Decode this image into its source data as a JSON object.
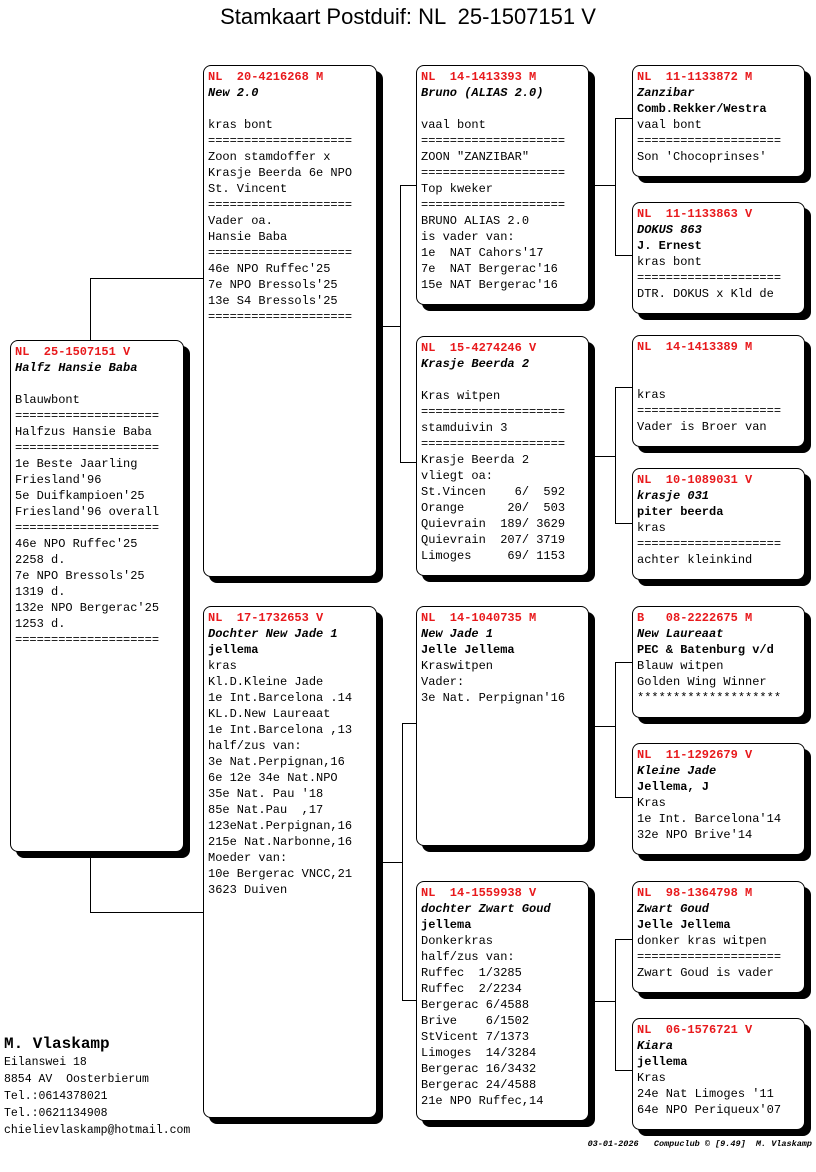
{
  "title": "Stamkaart Postduif: NL  25-1507151 V",
  "boxes": [
    {
      "id": "subject",
      "lines": [
        {
          "t": "NL  25-1507151 V",
          "s": "r"
        },
        {
          "t": "Halfz Hansie Baba",
          "s": "i"
        },
        {
          "t": "",
          "s": ""
        },
        {
          "t": "Blauwbont",
          "s": ""
        },
        {
          "t": "====================",
          "s": ""
        },
        {
          "t": "Halfzus Hansie Baba",
          "s": ""
        },
        {
          "t": "====================",
          "s": ""
        },
        {
          "t": "1e Beste Jaarling",
          "s": ""
        },
        {
          "t": "Friesland'96",
          "s": ""
        },
        {
          "t": "5e Duifkampioen'25",
          "s": ""
        },
        {
          "t": "Friesland'96 overall",
          "s": ""
        },
        {
          "t": "====================",
          "s": ""
        },
        {
          "t": "46e NPO Ruffec'25",
          "s": ""
        },
        {
          "t": "2258 d.",
          "s": ""
        },
        {
          "t": "7e NPO Bressols'25",
          "s": ""
        },
        {
          "t": "1319 d.",
          "s": ""
        },
        {
          "t": "132e NPO Bergerac'25",
          "s": ""
        },
        {
          "t": "1253 d.",
          "s": ""
        },
        {
          "t": "====================",
          "s": ""
        }
      ]
    },
    {
      "id": "sire",
      "lines": [
        {
          "t": "NL  20-4216268 M",
          "s": "r"
        },
        {
          "t": "New 2.0",
          "s": "i"
        },
        {
          "t": "",
          "s": ""
        },
        {
          "t": "kras bont",
          "s": ""
        },
        {
          "t": "====================",
          "s": ""
        },
        {
          "t": "Zoon stamdoffer x",
          "s": ""
        },
        {
          "t": "Krasje Beerda 6e NPO",
          "s": ""
        },
        {
          "t": "St. Vincent",
          "s": ""
        },
        {
          "t": "====================",
          "s": ""
        },
        {
          "t": "Vader oa.",
          "s": ""
        },
        {
          "t": "Hansie Baba",
          "s": ""
        },
        {
          "t": "====================",
          "s": ""
        },
        {
          "t": "46e NPO Ruffec'25",
          "s": ""
        },
        {
          "t": "7e NPO Bressols'25",
          "s": ""
        },
        {
          "t": "13e S4 Bressols'25",
          "s": ""
        },
        {
          "t": "====================",
          "s": ""
        }
      ]
    },
    {
      "id": "dam",
      "lines": [
        {
          "t": "NL  17-1732653 V",
          "s": "r"
        },
        {
          "t": "Dochter New Jade 1",
          "s": "i"
        },
        {
          "t": "jellema",
          "s": "b"
        },
        {
          "t": "kras",
          "s": ""
        },
        {
          "t": "Kl.D.Kleine Jade",
          "s": ""
        },
        {
          "t": "1e Int.Barcelona .14",
          "s": ""
        },
        {
          "t": "KL.D.New Laureaat",
          "s": ""
        },
        {
          "t": "1e Int.Barcelona ,13",
          "s": ""
        },
        {
          "t": "half/zus van:",
          "s": ""
        },
        {
          "t": "3e Nat.Perpignan,16",
          "s": ""
        },
        {
          "t": "6e 12e 34e Nat.NPO",
          "s": ""
        },
        {
          "t": "35e Nat. Pau '18",
          "s": ""
        },
        {
          "t": "85e Nat.Pau  ,17",
          "s": ""
        },
        {
          "t": "123eNat.Perpignan,16",
          "s": ""
        },
        {
          "t": "215e Nat.Narbonne,16",
          "s": ""
        },
        {
          "t": "Moeder van:",
          "s": ""
        },
        {
          "t": "10e Bergerac VNCC,21",
          "s": ""
        },
        {
          "t": "3623 Duiven",
          "s": ""
        }
      ]
    },
    {
      "id": "ss",
      "lines": [
        {
          "t": "NL  14-1413393 M",
          "s": "r"
        },
        {
          "t": "Bruno (ALIAS 2.0)",
          "s": "i"
        },
        {
          "t": "",
          "s": ""
        },
        {
          "t": "vaal bont",
          "s": ""
        },
        {
          "t": "====================",
          "s": ""
        },
        {
          "t": "ZOON \"ZANZIBAR\"",
          "s": ""
        },
        {
          "t": "====================",
          "s": ""
        },
        {
          "t": "Top kweker",
          "s": ""
        },
        {
          "t": "====================",
          "s": ""
        },
        {
          "t": "BRUNO ALIAS 2.0",
          "s": ""
        },
        {
          "t": "is vader van:",
          "s": ""
        },
        {
          "t": "1e  NAT Cahors'17",
          "s": ""
        },
        {
          "t": "7e  NAT Bergerac'16",
          "s": ""
        },
        {
          "t": "15e NAT Bergerac'16",
          "s": ""
        }
      ]
    },
    {
      "id": "sd",
      "lines": [
        {
          "t": "NL  15-4274246 V",
          "s": "r"
        },
        {
          "t": "Krasje Beerda 2",
          "s": "i"
        },
        {
          "t": "",
          "s": ""
        },
        {
          "t": "Kras witpen",
          "s": ""
        },
        {
          "t": "====================",
          "s": ""
        },
        {
          "t": "stamduivin 3",
          "s": ""
        },
        {
          "t": "====================",
          "s": ""
        },
        {
          "t": "Krasje Beerda 2",
          "s": ""
        },
        {
          "t": "vliegt oa:",
          "s": ""
        },
        {
          "t": "St.Vincen    6/  592",
          "s": ""
        },
        {
          "t": "Orange      20/  503",
          "s": ""
        },
        {
          "t": "Quievrain  189/ 3629",
          "s": ""
        },
        {
          "t": "Quievrain  207/ 3719",
          "s": ""
        },
        {
          "t": "Limoges     69/ 1153",
          "s": ""
        }
      ]
    },
    {
      "id": "ds",
      "lines": [
        {
          "t": "NL  14-1040735 M",
          "s": "r"
        },
        {
          "t": "New Jade 1",
          "s": "i"
        },
        {
          "t": "Jelle Jellema",
          "s": "b"
        },
        {
          "t": "Kraswitpen",
          "s": ""
        },
        {
          "t": "Vader:",
          "s": ""
        },
        {
          "t": "3e Nat. Perpignan'16",
          "s": ""
        }
      ]
    },
    {
      "id": "dd",
      "lines": [
        {
          "t": "NL  14-1559938 V",
          "s": "r"
        },
        {
          "t": "dochter Zwart Goud",
          "s": "i"
        },
        {
          "t": "jellema",
          "s": "b"
        },
        {
          "t": "Donkerkras",
          "s": ""
        },
        {
          "t": "half/zus van:",
          "s": ""
        },
        {
          "t": "Ruffec  1/3285",
          "s": ""
        },
        {
          "t": "Ruffec  2/2234",
          "s": ""
        },
        {
          "t": "Bergerac 6/4588",
          "s": ""
        },
        {
          "t": "Brive    6/1502",
          "s": ""
        },
        {
          "t": "StVicent 7/1373",
          "s": ""
        },
        {
          "t": "Limoges  14/3284",
          "s": ""
        },
        {
          "t": "Bergerac 16/3432",
          "s": ""
        },
        {
          "t": "Bergerac 24/4588",
          "s": ""
        },
        {
          "t": "21e NPO Ruffec,14",
          "s": ""
        }
      ]
    },
    {
      "id": "sss",
      "lines": [
        {
          "t": "NL  11-1133872 M",
          "s": "r"
        },
        {
          "t": "Zanzibar",
          "s": "i"
        },
        {
          "t": "Comb.Rekker/Westra",
          "s": "b"
        },
        {
          "t": "vaal bont",
          "s": ""
        },
        {
          "t": "====================",
          "s": ""
        },
        {
          "t": "Son 'Chocoprinses'",
          "s": ""
        }
      ]
    },
    {
      "id": "ssd",
      "lines": [
        {
          "t": "NL  11-1133863 V",
          "s": "r"
        },
        {
          "t": "DOKUS 863",
          "s": "i"
        },
        {
          "t": "J. Ernest",
          "s": "b"
        },
        {
          "t": "kras bont",
          "s": ""
        },
        {
          "t": "====================",
          "s": ""
        },
        {
          "t": "DTR. DOKUS x Kld de",
          "s": ""
        }
      ]
    },
    {
      "id": "sds",
      "lines": [
        {
          "t": "NL  14-1413389 M",
          "s": "r"
        },
        {
          "t": "",
          "s": ""
        },
        {
          "t": "",
          "s": ""
        },
        {
          "t": "kras",
          "s": ""
        },
        {
          "t": "====================",
          "s": ""
        },
        {
          "t": "Vader is Broer van",
          "s": ""
        }
      ]
    },
    {
      "id": "sdd",
      "lines": [
        {
          "t": "NL  10-1089031 V",
          "s": "r"
        },
        {
          "t": "krasje 031",
          "s": "i"
        },
        {
          "t": "piter beerda",
          "s": "b"
        },
        {
          "t": "kras",
          "s": ""
        },
        {
          "t": "====================",
          "s": ""
        },
        {
          "t": "achter kleinkind",
          "s": ""
        }
      ]
    },
    {
      "id": "dss",
      "lines": [
        {
          "t": "B   08-2222675 M",
          "s": "r"
        },
        {
          "t": "New Laureaat",
          "s": "i"
        },
        {
          "t": "PEC & Batenburg v/d",
          "s": "b"
        },
        {
          "t": "Blauw witpen",
          "s": ""
        },
        {
          "t": "Golden Wing Winner",
          "s": ""
        },
        {
          "t": "********************",
          "s": ""
        }
      ]
    },
    {
      "id": "dsd",
      "lines": [
        {
          "t": "NL  11-1292679 V",
          "s": "r"
        },
        {
          "t": "Kleine Jade",
          "s": "i"
        },
        {
          "t": "Jellema, J",
          "s": "b"
        },
        {
          "t": "Kras",
          "s": ""
        },
        {
          "t": "1e Int. Barcelona'14",
          "s": ""
        },
        {
          "t": "32e NPO Brive'14",
          "s": ""
        }
      ]
    },
    {
      "id": "dds",
      "lines": [
        {
          "t": "NL  98-1364798 M",
          "s": "r"
        },
        {
          "t": "Zwart Goud",
          "s": "i"
        },
        {
          "t": "Jelle Jellema",
          "s": "b"
        },
        {
          "t": "donker kras witpen",
          "s": ""
        },
        {
          "t": "====================",
          "s": ""
        },
        {
          "t": "Zwart Goud is vader",
          "s": ""
        }
      ]
    },
    {
      "id": "ddd",
      "lines": [
        {
          "t": "NL  06-1576721 V",
          "s": "r"
        },
        {
          "t": "Kiara",
          "s": "i"
        },
        {
          "t": "jellema",
          "s": "b"
        },
        {
          "t": "Kras",
          "s": ""
        },
        {
          "t": "24e Nat Limoges '11",
          "s": ""
        },
        {
          "t": "64e NPO Periqueux'07",
          "s": ""
        }
      ]
    }
  ],
  "owner": {
    "name": "M. Vlaskamp",
    "address": [
      "Eilanswei 18",
      "8854 AV  Oosterbierum",
      "Tel.:0614378021",
      "Tel.:0621134908",
      "chielievlaskamp@hotmail.com"
    ]
  },
  "footer": "03-01-2026   Compuclub © [9.49]  M. Vlaskamp",
  "colors": {
    "ring": "#e8191c",
    "shadow": "#000000"
  }
}
